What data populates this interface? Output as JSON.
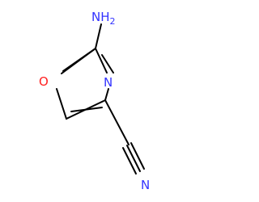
{
  "molecule": {
    "atoms": {
      "amino_n": "NH",
      "amino_h_count": "2",
      "ring_n": "N",
      "ring_o": "O",
      "nitrile_n": "N"
    },
    "colors": {
      "bond": "#000000",
      "nitrogen": "#3333ff",
      "oxygen": "#ff2020"
    }
  }
}
